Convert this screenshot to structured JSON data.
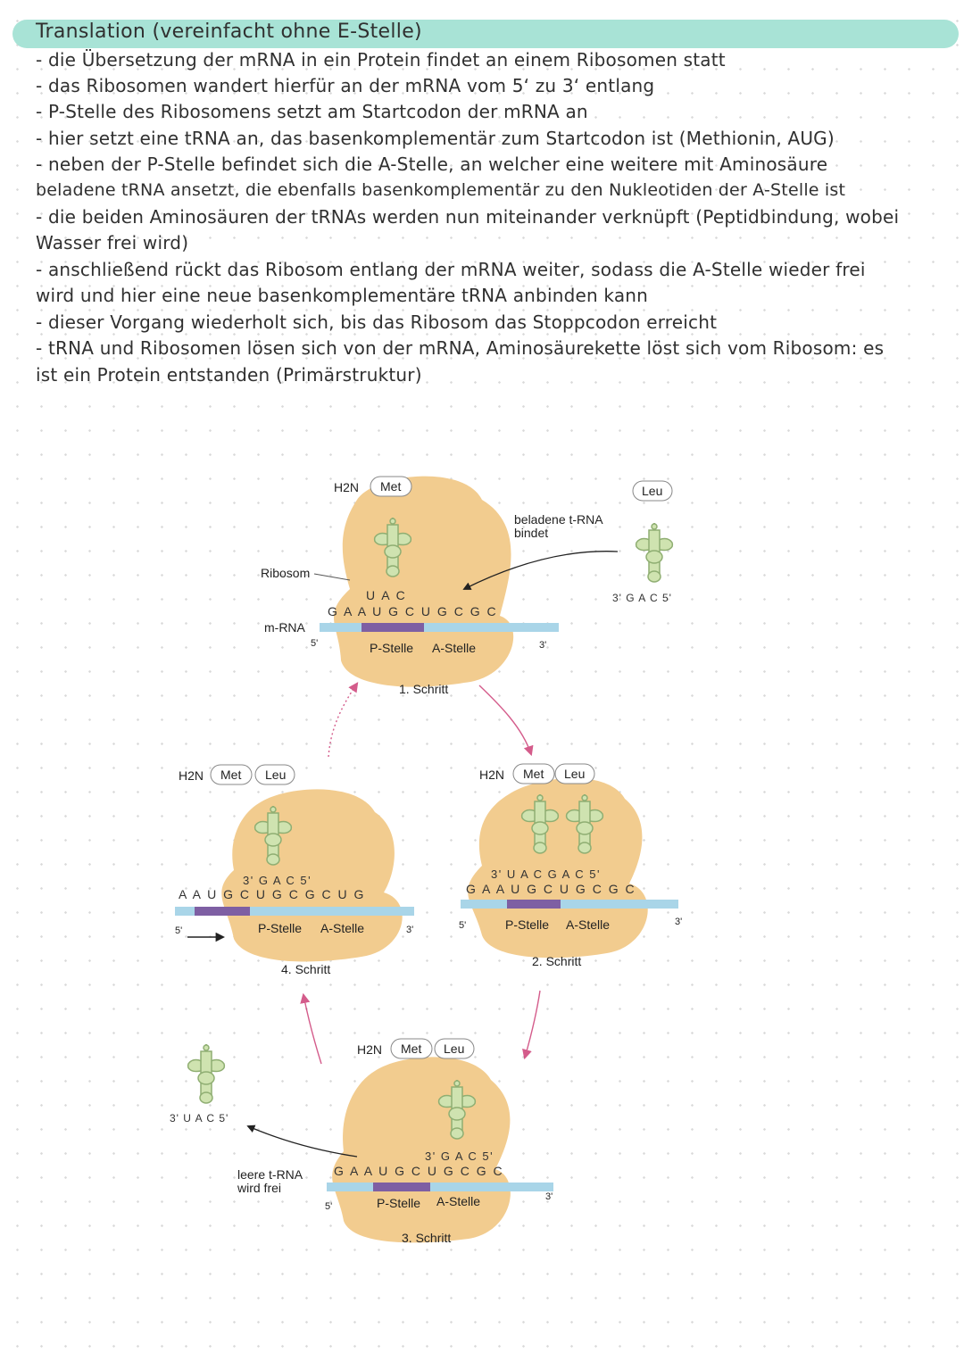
{
  "notes": {
    "title": "Translation (vereinfacht ohne E-Stelle)",
    "lines": [
      "- die Übersetzung der mRNA in ein Protein findet an einem Ribosomen statt",
      "- das Ribosomen wandert hierfür an der mRNA vom 5‘ zu 3‘ entlang",
      "- P-Stelle des Ribosomens setzt am Startcodon der mRNA an",
      "- hier setzt eine tRNA an, das basenkomplementär zum Startcodon ist (Methionin, AUG)",
      "- neben der P-Stelle befindet sich die A-Stelle, an welcher eine weitere mit Aminosäure",
      "beladene tRNA ansetzt, die ebenfalls basenkomplementär zu den Nukleotiden der A-Stelle ist",
      "- die beiden Aminosäuren der tRNAs werden nun miteinander verknüpft (Peptidbindung, wobei",
      "Wasser frei wird)",
      "- anschließend rückt das Ribosom entlang der mRNA weiter, sodass die A-Stelle wieder frei",
      "wird und hier eine neue basenkomplementäre tRNA anbinden kann",
      "- dieser Vorgang wiederholt sich, bis das Ribosom das Stoppcodon erreicht",
      "- tRNA und Ribosomen lösen sich von der mRNA, Aminosäurekette löst sich vom Ribosom: es",
      "ist ein Protein entstanden (Primärstruktur)"
    ]
  },
  "diagram": {
    "colors": {
      "ribosome": "#f2cc8f",
      "trna": "#cfe3b0",
      "trna_stroke": "#8fae72",
      "mrna": "#a9d5e8",
      "codon": "#7e5fa3",
      "arrow_red": "#c2185b"
    },
    "labels": {
      "ribosom": "Ribosom",
      "mrna": "m-RNA",
      "p_site": "P-Stelle",
      "a_site": "A-Stelle",
      "charged_trna": "beladene t-RNA bindet",
      "empty_trna": "leere t-RNA wird frei",
      "prime5": "5'",
      "prime3": "3'",
      "h2n": "H2N",
      "met": "Met",
      "leu": "Leu"
    },
    "steps": [
      "1. Schritt",
      "2. Schritt",
      "3. Schritt",
      "4. Schritt"
    ],
    "sequences": {
      "step1_mrna": "G A A U G C U G C G C",
      "step1_anticodon": "U A C",
      "free_leu_anticodon": "3' G A C 5'",
      "step2_mrna": "G A A U G C U G C G C",
      "step2_anticodons": "3' U A C G A C 5'",
      "step3_mrna": "G A A U G C U G C G C",
      "step3_anticodon": "3' G A C 5'",
      "released_anticodon": "3' U A C 5'",
      "step4_mrna": "A A U G C U G C G C U G",
      "step4_anticodon": "3' G A C 5'"
    }
  }
}
